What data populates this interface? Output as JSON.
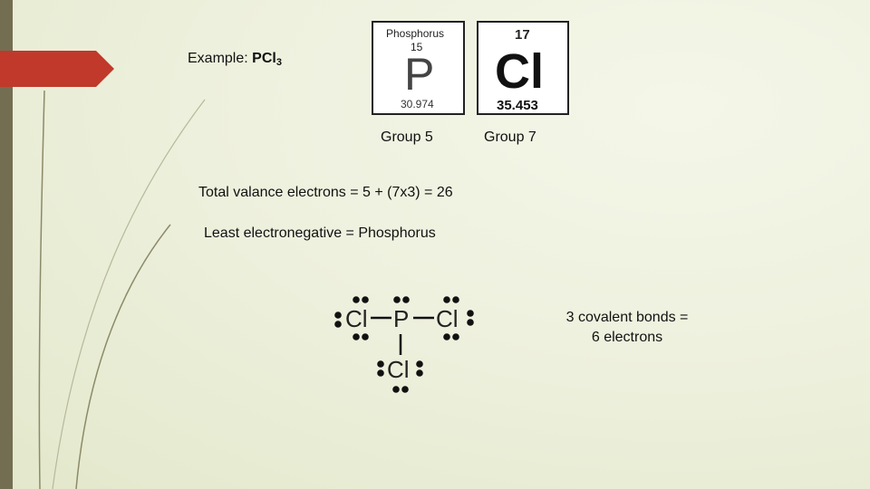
{
  "example": {
    "label": "Example: ",
    "formula_main": "PCl",
    "formula_sub": "3"
  },
  "elements": [
    {
      "name": "Phosphorus",
      "number": "15",
      "symbol": "P",
      "mass": "30.974",
      "group": "Group 5"
    },
    {
      "name": "",
      "number": "17",
      "symbol": "Cl",
      "mass": "35.453",
      "group": "Group 7"
    }
  ],
  "total_valence": "Total valance electrons = 5 + (7x3) = 26",
  "least_electronegative": "Least electronegative = Phosphorus",
  "lewis": {
    "center": "P",
    "ligand": "Cl"
  },
  "bonds_note": {
    "line1": "3 covalent bonds =",
    "line2": "6 electrons"
  },
  "colors": {
    "accent_arrow": "#c0392b",
    "left_bar": "#736e52",
    "background": "#eef1de"
  }
}
